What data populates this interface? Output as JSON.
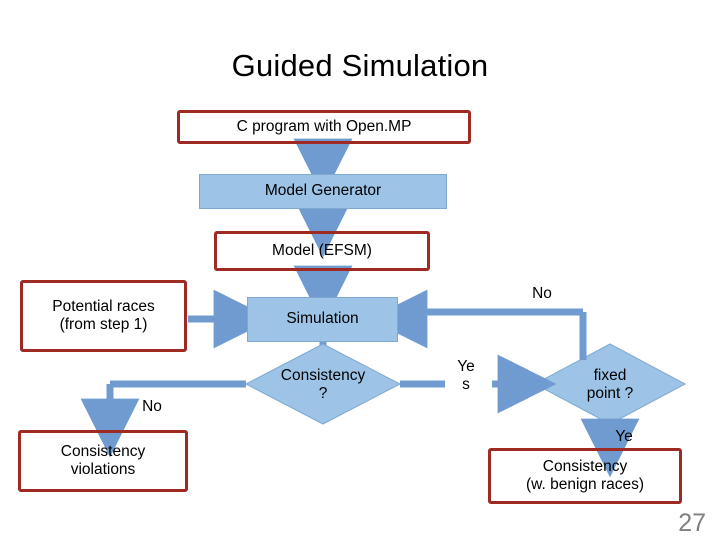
{
  "slide": {
    "title": "Guided Simulation",
    "page_number": "27",
    "colors": {
      "red_outline": "#9e2a23",
      "blue_fill": "#9dc3e6",
      "arrow": "#6f9bd1",
      "page_number": "#7f7f7f"
    }
  },
  "nodes": {
    "c_program": "C program with Open.MP",
    "model_generator": "Model Generator",
    "model_efsm": "Model (EFSM)",
    "potential_races": "Potential races\n(from step 1)",
    "simulation": "Simulation",
    "consistency_q": "Consistency\n?",
    "fixed_point_q": "fixed\npoint ?",
    "consistency_violations": "Consistency\nviolations",
    "consistency_benign": "Consistency\n(w. benign races)"
  },
  "labels": {
    "no_top_right": "No",
    "no_left": "No",
    "yes_middle": "Ye\ns",
    "yes_bottom": "Ye"
  }
}
